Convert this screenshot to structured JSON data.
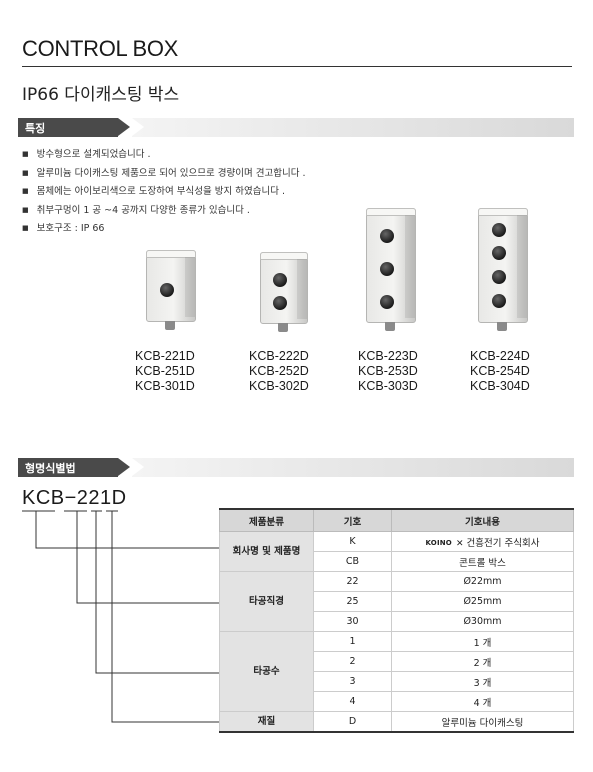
{
  "header": {
    "title": "CONTROL BOX",
    "subtitle": "IP66 다이캐스팅 박스"
  },
  "features_section": {
    "label": "특징",
    "items": [
      "방수형으로 설계되었습니다 .",
      "알루미늄 다이캐스팅 제품으로 되어 있으므로 경량이며 견고합니다 .",
      "몸체에는 아이보리색으로 도장하여 부식성을 방지 하였습니다 .",
      "취부구멍이 1 공 ~4 공까지 다양한 종류가 있습니다 .",
      "보호구조 : IP 66"
    ]
  },
  "products": [
    {
      "holes": 1,
      "models": [
        "KCB-221D",
        "KCB-251D",
        "KCB-301D"
      ]
    },
    {
      "holes": 2,
      "models": [
        "KCB-222D",
        "KCB-252D",
        "KCB-302D"
      ]
    },
    {
      "holes": 3,
      "models": [
        "KCB-223D",
        "KCB-253D",
        "KCB-303D"
      ]
    },
    {
      "holes": 4,
      "models": [
        "KCB-224D",
        "KCB-254D",
        "KCB-304D"
      ]
    }
  ],
  "naming_section": {
    "label": "형명식별법",
    "code": "KCB−221D"
  },
  "spec_table": {
    "headers": [
      "제품분류",
      "기호",
      "기호내용"
    ],
    "company_row": {
      "category": "회사명 및 제품명",
      "symbol": "K",
      "logo_text": "KOINO",
      "content": "건흥전기 주식회사"
    },
    "box_row": {
      "symbol": "CB",
      "content": "콘트롤 박스"
    },
    "hole_diameter": {
      "category": "타공직경",
      "rows": [
        {
          "symbol": "22",
          "content": "Ø22mm"
        },
        {
          "symbol": "25",
          "content": "Ø25mm"
        },
        {
          "symbol": "30",
          "content": "Ø30mm"
        }
      ]
    },
    "hole_count": {
      "category": "타공수",
      "rows": [
        {
          "symbol": "1",
          "content": "1 개"
        },
        {
          "symbol": "2",
          "content": "2 개"
        },
        {
          "symbol": "3",
          "content": "3 개"
        },
        {
          "symbol": "4",
          "content": "4 개"
        }
      ]
    },
    "material": {
      "category": "재질",
      "symbol": "D",
      "content": "알루미늄 다이캐스팅"
    }
  }
}
